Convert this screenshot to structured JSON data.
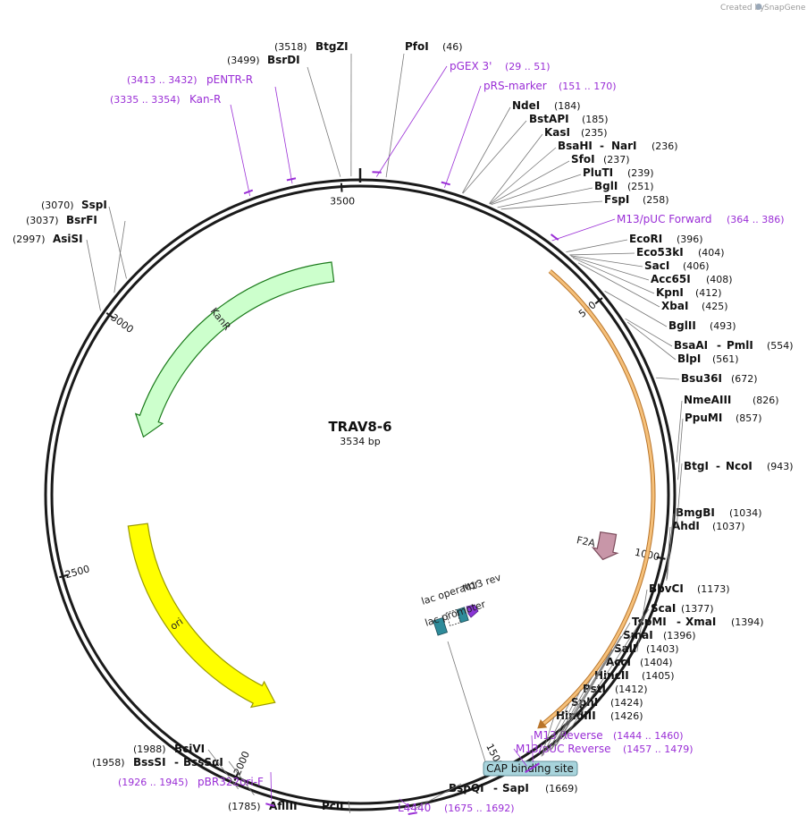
{
  "credit": {
    "prefix": "Created by",
    "brand": "SnapGene"
  },
  "plasmid": {
    "name": "TRAV8-6",
    "length_label": "3534 bp",
    "length": 3534
  },
  "ticks": [
    {
      "pos": 500,
      "label": "500"
    },
    {
      "pos": 1000,
      "label": "1000"
    },
    {
      "pos": 1500,
      "label": "1500"
    },
    {
      "pos": 2000,
      "label": "2000"
    },
    {
      "pos": 2500,
      "label": "2500"
    },
    {
      "pos": 3000,
      "label": "3000"
    },
    {
      "pos": 3500,
      "label": "3500"
    }
  ],
  "features": [
    {
      "name": "KanR",
      "start": 2797,
      "end": 3465,
      "strand": -1,
      "fill": "#ccffcc",
      "stroke": "#1a7a1a",
      "label": "KanR"
    },
    {
      "name": "ori",
      "start": 1986,
      "end": 2575,
      "strand": -1,
      "fill": "#ffff00",
      "stroke": "#9a9a00",
      "label": "ori"
    },
    {
      "name": "F2A",
      "start": 970,
      "end": 1030,
      "strand": 1,
      "fill": "#c896a8",
      "stroke": "#7a4a5a",
      "label": "F2A"
    }
  ],
  "orf": {
    "start": 396,
    "end": 1402
  },
  "small_features": {
    "lac_promoter": "lac promoter",
    "lac_operator": "lac operator",
    "m13_rev": "M13 rev",
    "cap_site": "CAP binding site"
  },
  "enzymes_right": [
    {
      "name": "PfoI",
      "pos": "(46)"
    },
    {
      "name": "NdeI",
      "pos": "(184)"
    },
    {
      "name": "BstAPI",
      "pos": "(185)"
    },
    {
      "name": "KasI",
      "pos": "(235)"
    },
    {
      "name": "BsaHI",
      "name2": "NarI",
      "pos": "(236)"
    },
    {
      "name": "SfoI",
      "pos": "(237)"
    },
    {
      "name": "PluTI",
      "pos": "(239)"
    },
    {
      "name": "BglI",
      "pos": "(251)"
    },
    {
      "name": "FspI",
      "pos": "(258)"
    },
    {
      "name": "EcoRI",
      "pos": "(396)"
    },
    {
      "name": "Eco53kI",
      "pos": "(404)"
    },
    {
      "name": "SacI",
      "pos": "(406)"
    },
    {
      "name": "Acc65I",
      "pos": "(408)"
    },
    {
      "name": "KpnI",
      "pos": "(412)"
    },
    {
      "name": "XbaI",
      "pos": "(425)"
    },
    {
      "name": "BglII",
      "pos": "(493)"
    },
    {
      "name": "BsaAI",
      "name2": "PmlI",
      "pos": "(554)"
    },
    {
      "name": "BlpI",
      "pos": "(561)"
    },
    {
      "name": "Bsu36I",
      "pos": "(672)"
    },
    {
      "name": "NmeAIII",
      "pos": "(826)"
    },
    {
      "name": "PpuMI",
      "pos": "(857)"
    },
    {
      "name": "BtgI",
      "name2": "NcoI",
      "pos": "(943)"
    },
    {
      "name": "BmgBI",
      "pos": "(1034)"
    },
    {
      "name": "AhdI",
      "pos": "(1037)"
    },
    {
      "name": "BbvCI",
      "pos": "(1173)"
    },
    {
      "name": "ScaI",
      "pos": "(1377)"
    },
    {
      "name": "TspMI",
      "name2": "XmaI",
      "pos": "(1394)"
    },
    {
      "name": "SmaI",
      "pos": "(1396)"
    },
    {
      "name": "SalI",
      "pos": "(1403)"
    },
    {
      "name": "AccI",
      "pos": "(1404)"
    },
    {
      "name": "HincII",
      "pos": "(1405)"
    },
    {
      "name": "PstI",
      "pos": "(1412)"
    },
    {
      "name": "SphI",
      "pos": "(1424)"
    },
    {
      "name": "HindIII",
      "pos": "(1426)"
    },
    {
      "name": "BspQI",
      "name2": "SapI",
      "pos": "(1669)"
    }
  ],
  "enzymes_left": [
    {
      "name": "BtgZI",
      "pos": "(3518)"
    },
    {
      "name": "BsrDI",
      "pos": "(3499)"
    },
    {
      "name": "SspI",
      "pos": "(3070)"
    },
    {
      "name": "BsrFI",
      "pos": "(3037)"
    },
    {
      "name": "AsiSI",
      "pos": "(2997)"
    },
    {
      "name": "BciVI",
      "pos": "(1988)"
    },
    {
      "name": "BssSI",
      "name2": "BssSαI",
      "pos": "(1958)"
    },
    {
      "name": "AflIII",
      "name2": "PciI",
      "pos": "(1785)"
    }
  ],
  "primers": [
    {
      "name": "pGEX 3'",
      "range": "(29 .. 51)"
    },
    {
      "name": "pRS-marker",
      "range": "(151 .. 170)"
    },
    {
      "name": "M13/pUC Forward",
      "range": "(364 .. 386)"
    },
    {
      "name": "M13 Reverse",
      "range": "(1444 .. 1460)"
    },
    {
      "name": "M13/pUC Reverse",
      "range": "(1457 .. 1479)"
    },
    {
      "name": "L4440",
      "range": "(1675 .. 1692)"
    },
    {
      "name": "pBR322ori-F",
      "range": "(1926 .. 1945)"
    },
    {
      "name": "Kan-R",
      "range": "(3335 .. 3354)"
    },
    {
      "name": "pENTR-R",
      "range": "(3413 .. 3432)"
    }
  ],
  "colors": {
    "backbone": "#1a1a1a",
    "primer": "#9a2ed6",
    "orf_fill": "#f5c07a",
    "orf_stroke": "#b8742a",
    "lac_promoter": "#2e8b9a",
    "lac_operator": "#ffffff",
    "m13_rev": "#2e8b9a",
    "cap_site": "#a8d4dc"
  }
}
